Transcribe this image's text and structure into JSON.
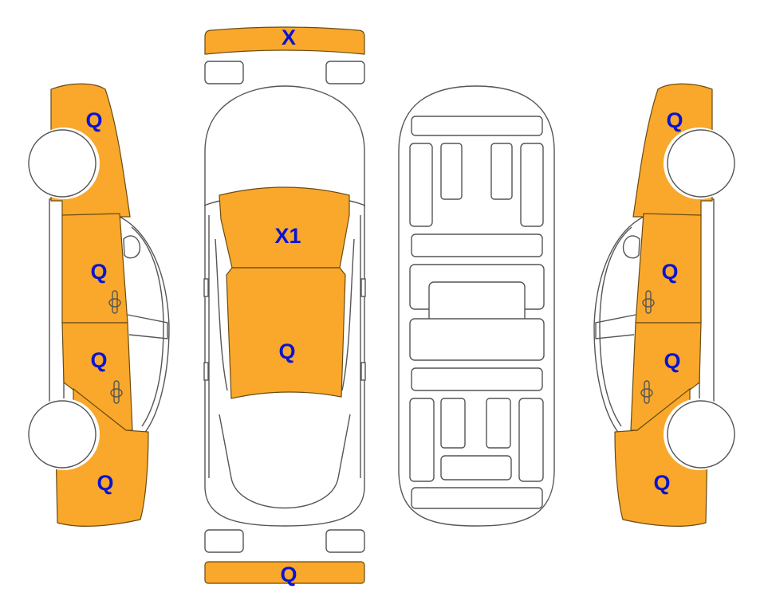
{
  "diagram": {
    "colors": {
      "damaged_fill": "#F9A82B",
      "label": "#0A14D0",
      "outline": "#555555"
    },
    "top_view": {
      "front_bumper": "X",
      "windshield": "X1",
      "roof": "Q",
      "rear_bumper": "Q"
    },
    "left_side": {
      "front_fender": "Q",
      "front_door": "Q",
      "rear_door": "Q",
      "rear_quarter": "Q"
    },
    "right_side": {
      "front_fender": "Q",
      "front_door": "Q",
      "rear_door": "Q",
      "rear_quarter": "Q"
    }
  }
}
